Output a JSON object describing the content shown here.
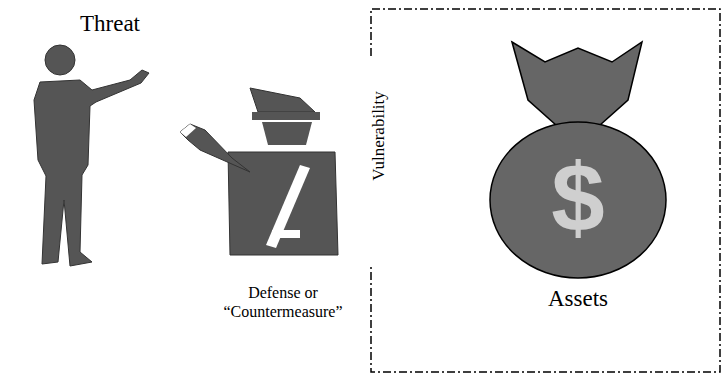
{
  "diagram": {
    "nodes": [
      {
        "text": [
          "Vulnerability",
          "Assets"
        ]
      }
    ],
    "labels": [
      "Threat",
      "Defense or “Countermeasure”",
      "$"
    ]
  }
}
